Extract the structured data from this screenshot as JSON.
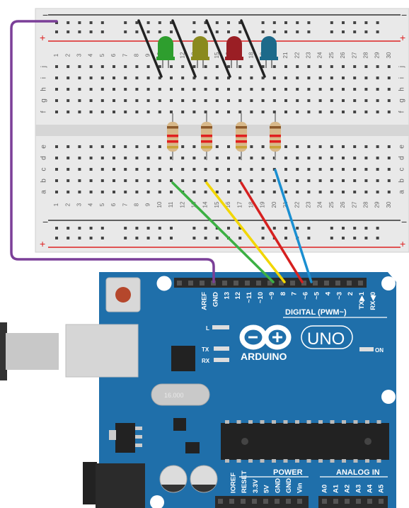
{
  "breadboard": {
    "top_rail": {
      "minus": "−",
      "plus": "+"
    },
    "bottom_rail": {
      "minus": "−",
      "plus": "+"
    },
    "columns": [
      "1",
      "2",
      "3",
      "4",
      "5",
      "6",
      "7",
      "8",
      "9",
      "10",
      "11",
      "12",
      "13",
      "14",
      "15",
      "16",
      "17",
      "18",
      "19",
      "20",
      "21",
      "22",
      "23",
      "24",
      "25",
      "26",
      "27",
      "28",
      "29",
      "30"
    ],
    "top_rows": [
      "j",
      "i",
      "h",
      "g",
      "f"
    ],
    "bottom_rows": [
      "e",
      "d",
      "c",
      "b",
      "a"
    ]
  },
  "leds": [
    {
      "name": "green",
      "color": "#2e9e2e"
    },
    {
      "name": "olive",
      "color": "#8a8a1e"
    },
    {
      "name": "red",
      "color": "#9a1e24"
    },
    {
      "name": "blue",
      "color": "#1d6a8a"
    }
  ],
  "wires": [
    {
      "name": "green",
      "color": "#3cb043"
    },
    {
      "name": "yellow",
      "color": "#f2d600"
    },
    {
      "name": "red",
      "color": "#d6201f"
    },
    {
      "name": "blue",
      "color": "#1a8fd1"
    },
    {
      "name": "gnd",
      "color": "#7b3f98"
    }
  ],
  "arduino": {
    "board_color": "#1f6faa",
    "logo_text": "ARDUINO",
    "uno_text": "UNO",
    "on_label": "ON",
    "l_label": "L",
    "tx_label": "TX",
    "rx_label": "RX",
    "digital_label": "DIGITAL (PWM~)",
    "power_label": "POWER",
    "analog_label": "ANALOG IN",
    "crystal_text": "16.000",
    "digital_pins": [
      "AREF",
      "GND",
      "13",
      "12",
      "~11",
      "~10",
      "~9",
      "8",
      "7",
      "~6",
      "~5",
      "4",
      "~3",
      "2",
      "TX▶1",
      "RX◀0"
    ],
    "power_pins": [
      "IOREF",
      "RESET",
      "3.3V",
      "5V",
      "GND",
      "GND",
      "Vin"
    ],
    "analog_pins": [
      "A0",
      "A1",
      "A2",
      "A3",
      "A4",
      "A5"
    ]
  }
}
